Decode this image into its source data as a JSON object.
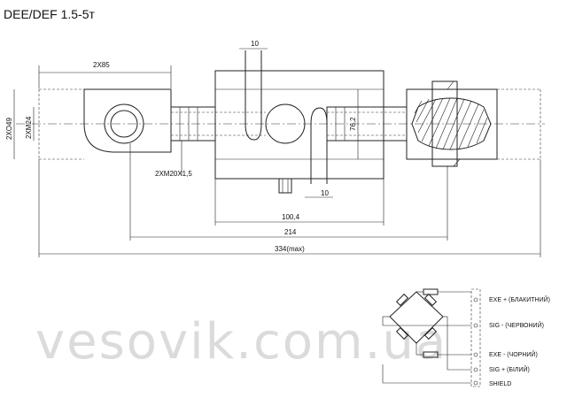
{
  "title": "DEE/DEF 1.5-5т",
  "dimensions": {
    "top_slot": "10",
    "eye_width": "2X85",
    "outer_dia": "2XO49",
    "thread_dia": "2XM24",
    "thread_spec": "2XM20X1,5",
    "body_height": "76,2",
    "bottom_slot": "10",
    "body_length": "100,4",
    "pin_span": "214",
    "overall": "334(max)"
  },
  "wiring": {
    "lines": [
      "EXE + (БЛАКИТНИЙ)",
      "SIG - (ЧЕРВОНИЙ)",
      "EXE - (ЧОРНИЙ)",
      "SIG + (БІЛИЙ)",
      "SHIELD"
    ]
  },
  "watermark": "vesovik.com.ua",
  "colors": {
    "line": "#222222",
    "watermark": "#bfbfbf"
  }
}
